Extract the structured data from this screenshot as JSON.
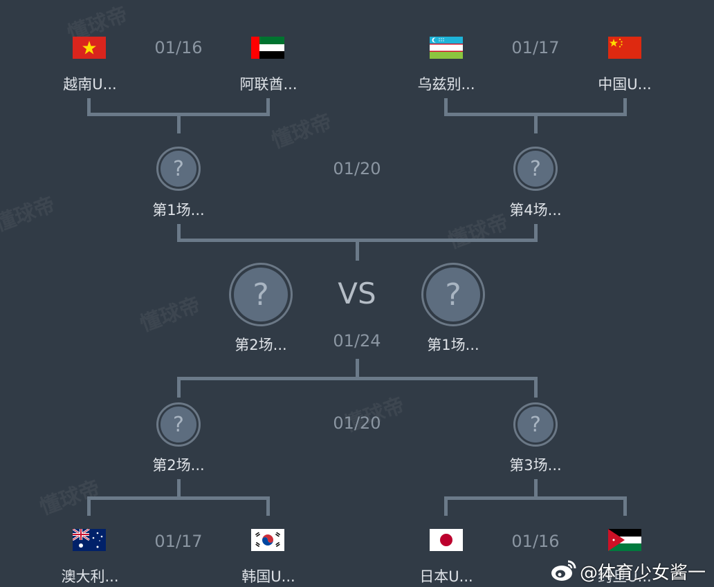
{
  "watermark": "懂球帝",
  "vs_label": "VS",
  "unknown_glyph": "?",
  "colors": {
    "background": "#313b46",
    "line": "#6b7a89",
    "circle_fill": "#5d6d7f",
    "date": "#8b96a2",
    "name": "#dfe3e8"
  },
  "top": {
    "left_match": {
      "date": "01/16",
      "team_a": {
        "name": "越南U...",
        "flag": "vietnam-flag"
      },
      "team_b": {
        "name": "阿联酋...",
        "flag": "uae-flag"
      }
    },
    "right_match": {
      "date": "01/17",
      "team_a": {
        "name": "乌兹别...",
        "flag": "uzbekistan-flag"
      },
      "team_b": {
        "name": "中国U...",
        "flag": "china-flag"
      }
    },
    "semi": {
      "date": "01/20",
      "left": "第1场...",
      "right": "第4场..."
    }
  },
  "final": {
    "date": "01/24",
    "left": "第2场...",
    "right": "第1场..."
  },
  "bottom": {
    "semi": {
      "date": "01/20",
      "left": "第2场...",
      "right": "第3场..."
    },
    "left_match": {
      "date": "01/17",
      "team_a": {
        "name": "澳大利...",
        "flag": "australia-flag"
      },
      "team_b": {
        "name": "韩国U...",
        "flag": "korea-flag"
      }
    },
    "right_match": {
      "date": "01/16",
      "team_a": {
        "name": "日本U...",
        "flag": "japan-flag"
      },
      "team_b": {
        "name": "约旦U...",
        "flag": "jordan-flag"
      }
    }
  },
  "weibo_credit": "@体育少女酱一"
}
